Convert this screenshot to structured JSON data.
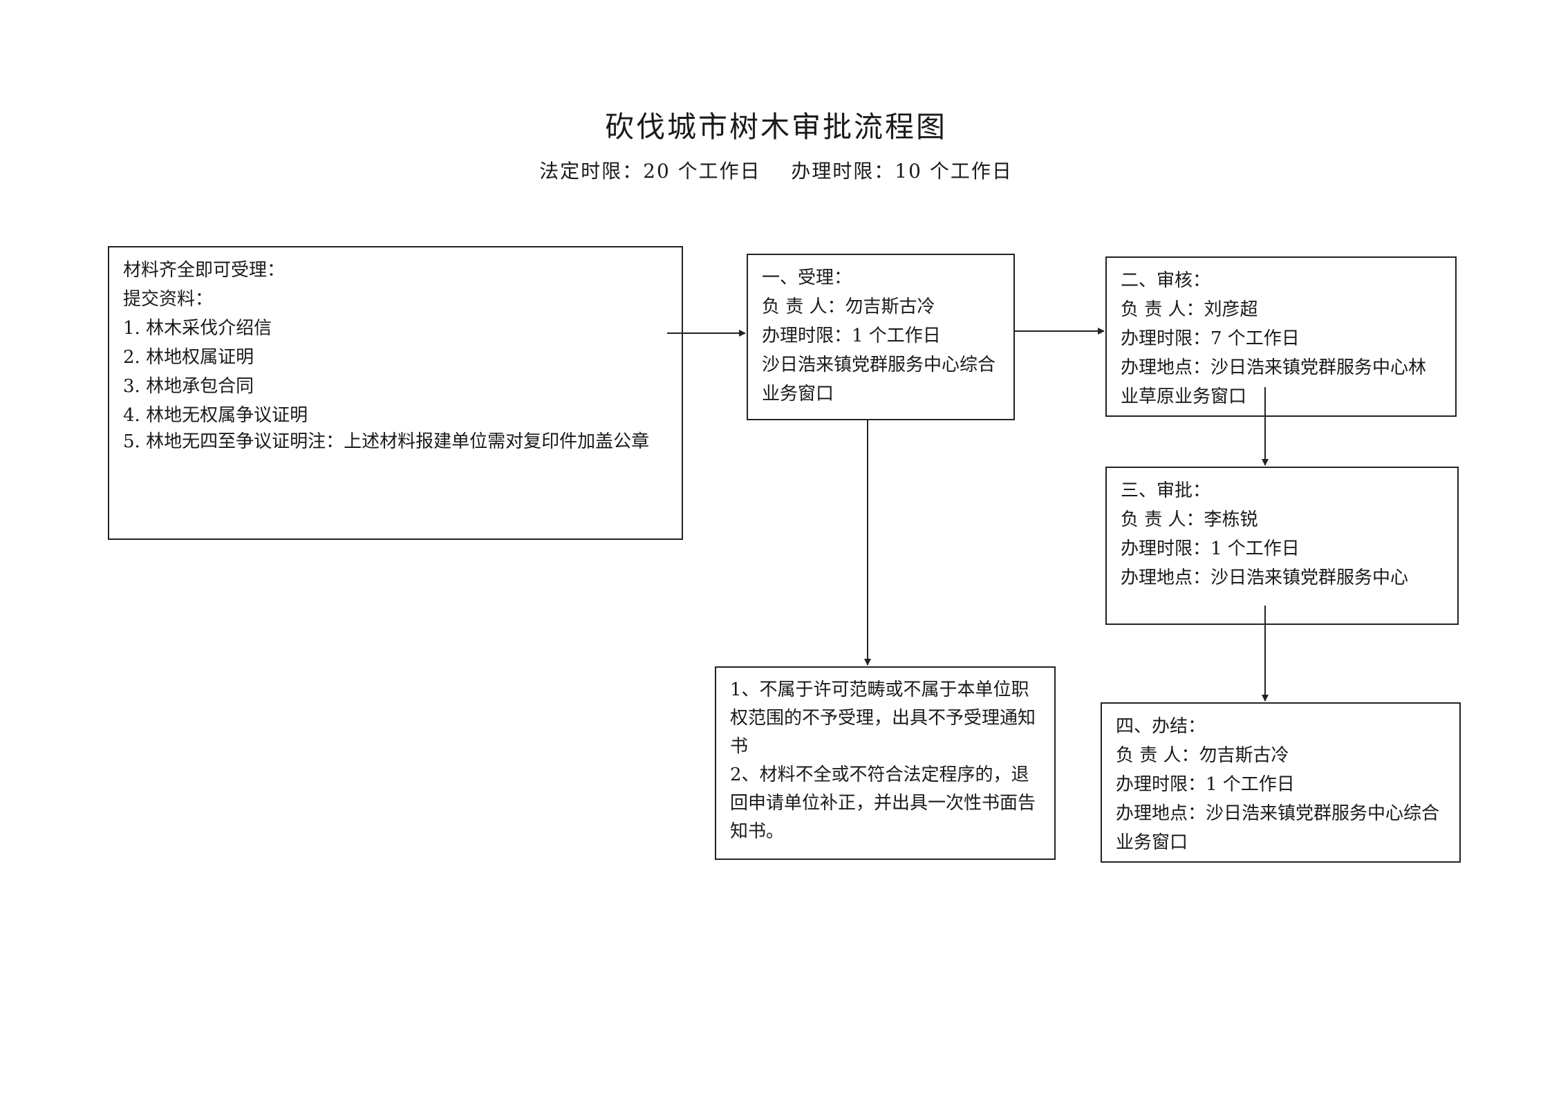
{
  "title": "砍伐城市树木审批流程图",
  "subtitle": "法定时限：20 个工作日    办理时限：10 个工作日",
  "materials": {
    "line1": "材料齐全即可受理：",
    "line2": "提交资料：",
    "items": [
      "1.  林木采伐介绍信",
      "2.  林地权属证明",
      "3.  林地承包合同",
      "4.  林地无权属争议证明",
      "5. 林地无四至争议证明注：上述材料报建单位需对复印件加盖公章"
    ]
  },
  "step1": {
    "heading": "一、受理：",
    "person": "负  责  人：勿吉斯古冷",
    "time": "办理时限：1 个工作日",
    "place": "沙日浩来镇党群服务中心综合业务窗口"
  },
  "step2": {
    "heading": "二、审核：",
    "person": "负  责  人：刘彦超",
    "time": "办理时限：7 个工作日",
    "place": "办理地点：沙日浩来镇党群服务中心林业草原业务窗口"
  },
  "step3": {
    "heading": "三、审批：",
    "person": "负  责  人：李栋锐",
    "time": "办理时限：1 个工作日",
    "place": "办理地点：沙日浩来镇党群服务中心"
  },
  "step4": {
    "heading": "四、办结：",
    "person": "负  责  人：勿吉斯古冷",
    "time": "办理时限：1 个工作日",
    "place": "办理地点：沙日浩来镇党群服务中心综合业务窗口"
  },
  "notice": {
    "item1": "1、不属于许可范畴或不属于本单位职权范围的不予受理，出具不予受理通知书",
    "item2": "2、材料不全或不符合法定程序的，退回申请单位补正，并出具一次性书面告知书。"
  },
  "colors": {
    "line": "#222222",
    "text": "#1a1a1a",
    "background": "#ffffff"
  }
}
